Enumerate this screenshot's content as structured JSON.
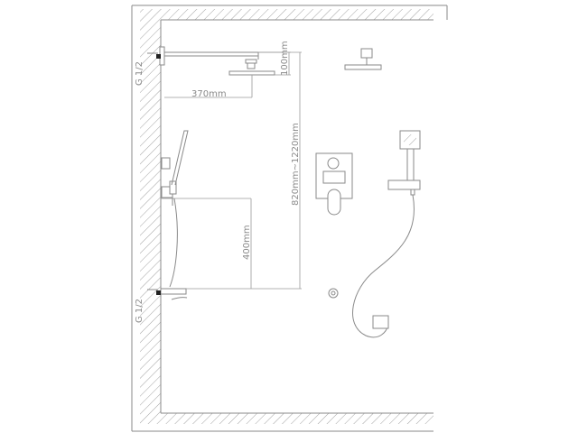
{
  "labels": {
    "thread_top": "G 1/2",
    "thread_bottom": "G 1/2",
    "arm_length": "370mm",
    "head_drop": "100mm",
    "height_range": "820mm~1220mm",
    "mixer_height": "400mm"
  }
}
